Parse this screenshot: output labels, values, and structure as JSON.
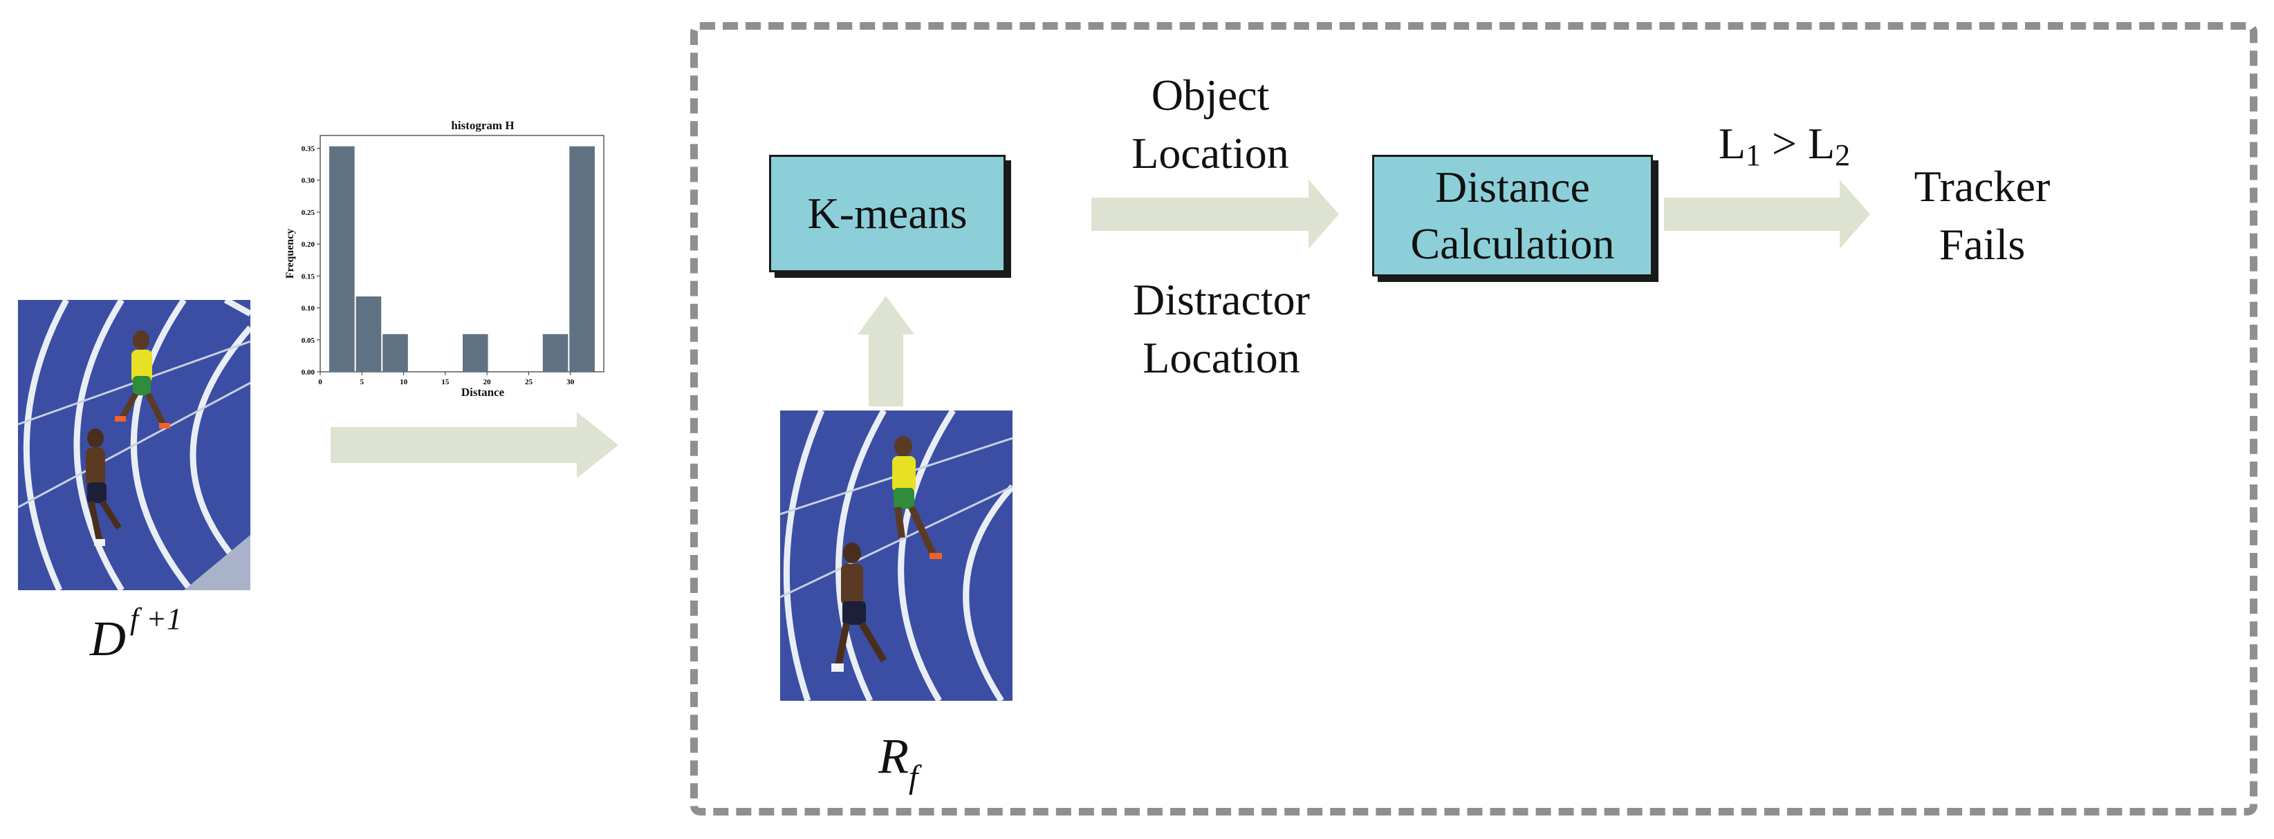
{
  "frame_label": "",
  "histogram": {
    "title": "histogram H",
    "xlabel": "Distance",
    "ylabel": "Frequency",
    "x_ticks": [
      "0",
      "5",
      "10",
      "15",
      "20",
      "25",
      "30"
    ],
    "y_ticks": [
      "0.00",
      "0.05",
      "0.10",
      "0.15",
      "0.20",
      "0.25",
      "0.30",
      "0.35"
    ],
    "bar_color": "#5f7283"
  },
  "chart_data": {
    "type": "bar",
    "title": "histogram H",
    "xlabel": "Distance",
    "ylabel": "Frequency",
    "xlim": [
      0,
      34
    ],
    "ylim": [
      0,
      0.37
    ],
    "bars": [
      {
        "x_start": 1.0,
        "x_end": 4.2,
        "value": 0.353
      },
      {
        "x_start": 4.2,
        "x_end": 7.4,
        "value": 0.118
      },
      {
        "x_start": 7.4,
        "x_end": 10.6,
        "value": 0.059
      },
      {
        "x_start": 17.0,
        "x_end": 20.2,
        "value": 0.059
      },
      {
        "x_start": 26.6,
        "x_end": 29.8,
        "value": 0.059
      },
      {
        "x_start": 29.8,
        "x_end": 33.0,
        "value": 0.353
      }
    ]
  },
  "labels": {
    "d_base": "D",
    "d_sup": "f +1",
    "r_base": "R",
    "r_sub": "f",
    "kmeans": "K-means",
    "object_line1": "Object",
    "object_line2": "Location",
    "distractor_line1": "Distractor",
    "distractor_line2": "Location",
    "distance_line1": "Distance",
    "distance_line2": "Calculation",
    "cond_l1": "L",
    "cond_l1_sub": "1",
    "cond_gt": " > ",
    "cond_l2": "L",
    "cond_l2_sub": "2",
    "tracker_line1": "Tracker",
    "tracker_line2": "Fails"
  },
  "colors": {
    "arrow": "#dde3d0",
    "box_fill": "#8ccfd9",
    "frame": "#8f8f8f",
    "track": "#3a4fa0"
  }
}
